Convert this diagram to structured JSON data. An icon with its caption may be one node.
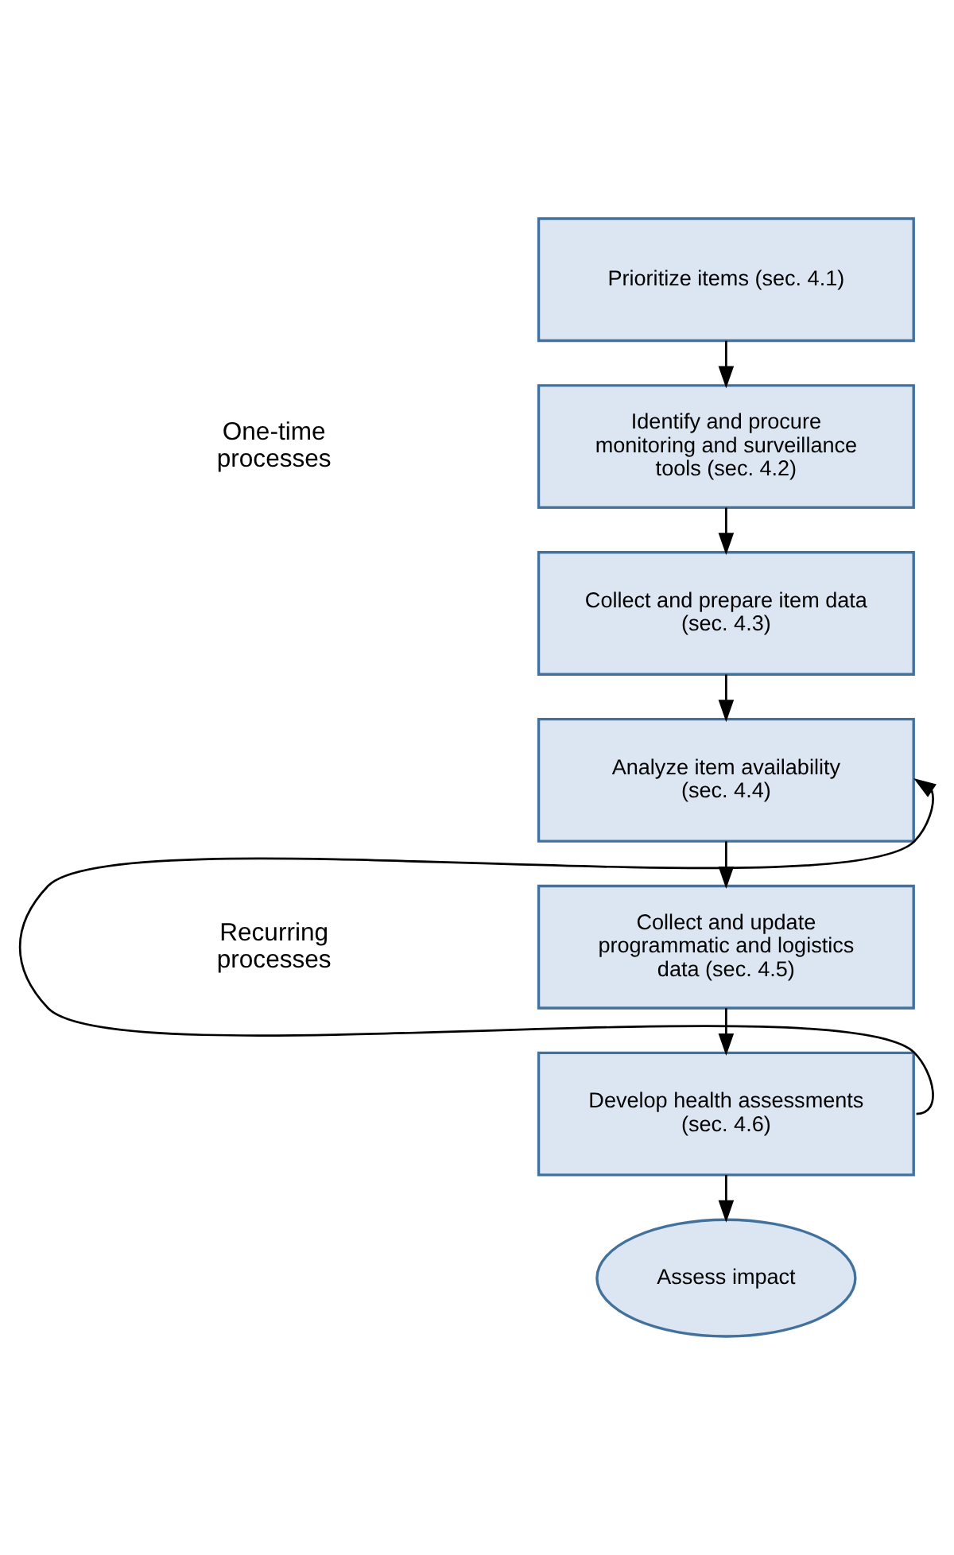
{
  "diagram": {
    "nodes": [
      {
        "text": [
          "Prioritize items (sec. 4.1)"
        ]
      },
      {
        "text": [
          "Identify and procure monitoring and surveillance tools (sec. 4.2)"
        ]
      },
      {
        "text": [
          "Collect and prepare item data (sec. 4.3)"
        ]
      },
      {
        "text": [
          "Analyze item availability (sec. 4.4)"
        ]
      },
      {
        "text": [
          "Collect and update programmatic and logistics data (sec. 4.5)"
        ]
      },
      {
        "text": [
          "Develop health assessments (sec. 4.6)"
        ]
      },
      {
        "text": [
          "Assess impact"
        ]
      }
    ],
    "edges": [
      {
        "from": 0,
        "to": 1,
        "arrow": "to"
      },
      {
        "from": 1,
        "to": 2,
        "arrow": "to"
      },
      {
        "from": 2,
        "to": 3,
        "arrow": "to"
      },
      {
        "from": 3,
        "to": 4,
        "arrow": "to"
      },
      {
        "from": 4,
        "to": 5,
        "arrow": "to"
      },
      {
        "from": 5,
        "to": 6,
        "arrow": "to"
      },
      {
        "from": 5,
        "to": 3,
        "arrow": "to"
      }
    ],
    "labels": [
      "One-time processes",
      "Recurring processes"
    ]
  }
}
